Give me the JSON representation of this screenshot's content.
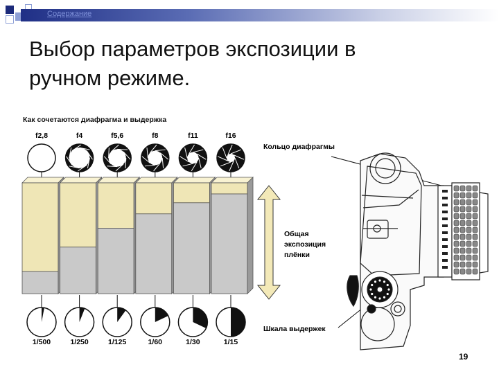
{
  "header": {
    "link_label": "Содержание"
  },
  "slide": {
    "title_line1": "Выбор параметров экспозиции в",
    "title_line2": "ручном режиме.",
    "page_number": "19"
  },
  "figure": {
    "caption": "Как сочетаются диафрагма и выдержка",
    "apertures": [
      "f2,8",
      "f4",
      "f5,6",
      "f8",
      "f11",
      "f16"
    ],
    "shutter_speeds": [
      "1/500",
      "1/250",
      "1/125",
      "1/60",
      "1/30",
      "1/15"
    ],
    "light_fraction": [
      0.8,
      0.58,
      0.41,
      0.28,
      0.18,
      0.1
    ],
    "exposure_label": [
      "Общая",
      "экспозиция",
      "плёнки"
    ],
    "aperture_ring_label": "Кольцо диафрагмы",
    "shutter_dial_label": "Шкала выдержек"
  },
  "colors": {
    "light_block": "#efe6b6",
    "time_block": "#c9c9c9",
    "dark": "#111111"
  }
}
